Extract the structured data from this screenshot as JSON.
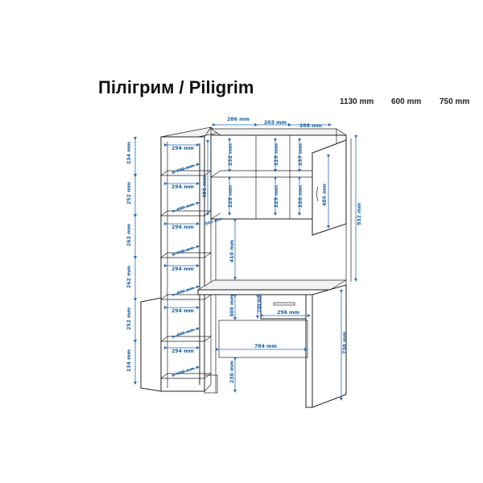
{
  "title": "Пілігрим / Piligrim",
  "overall": {
    "width": "1130 mm",
    "depth": "600 mm",
    "height": "750 mm"
  },
  "dims": {
    "top_286_left": "286 mm",
    "top_203": "203 mm",
    "top_286_right": "286 mm",
    "left_234_top": "234 mm",
    "left_252_a": "252 mm",
    "left_262_a": "262 mm",
    "left_262_b": "262 mm",
    "left_252_b": "252 mm",
    "left_234_bottom": "234 mm",
    "shelf_294_1": "294 mm",
    "shelf_294_2": "294 mm",
    "shelf_294_3": "294 mm",
    "shelf_294_4": "294 mm",
    "shelf_294_5": "294 mm",
    "shelf_294_6": "294 mm",
    "diag_400_1": "400 mm",
    "diag_400_2": "400 mm",
    "diag_400_3": "400 mm",
    "diag_400_4": "400 mm",
    "diag_400_5": "400 mm",
    "diag_400_6": "400 mm",
    "post_485": "485 mm",
    "post_300": "300 mm",
    "inner_232": "232 mm",
    "inner_229_top": "229 mm",
    "inner_237": "237 mm",
    "inner_228_left": "228 mm",
    "inner_229_bottom": "229 mm",
    "inner_220": "220 mm",
    "door_485": "485 mm",
    "right_932": "932 mm",
    "mid_410": "410 mm",
    "desk_300": "300 mm",
    "drawer_100": "100 mm",
    "drawer_296": "296 mm",
    "legspace_784": "784 mm",
    "right_730": "730 mm",
    "bottom_230": "230 mm"
  }
}
